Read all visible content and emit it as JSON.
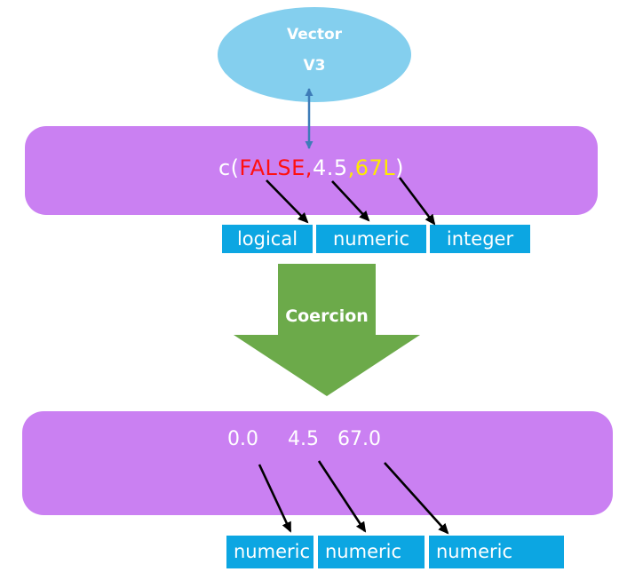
{
  "diagram": {
    "ellipse": {
      "label": "Vector",
      "version": "V3"
    },
    "code": {
      "open": "c(",
      "logical_literal": "FALSE,",
      "numeric_literal": "4.5",
      "integer_literal": ",67L",
      "close": ")"
    },
    "top_types": [
      "logical",
      "numeric",
      "integer"
    ],
    "coercion_label": "Coercion",
    "coerced_values": [
      "0.0",
      "4.5",
      "67.0"
    ],
    "bottom_types": [
      "numeric",
      "numeric",
      "numeric"
    ],
    "colors": {
      "ellipse_fill": "#84CFEE",
      "vector_box_fill": "#CA80F2",
      "type_box_fill": "#0CA6E2",
      "coercion_arrow_fill": "#6CAA4A",
      "connector_arrow_blue": "#3E7CB8",
      "pointer_arrow_black": "#000000",
      "logical_text": "#FF1010",
      "integer_text": "#FFEB00",
      "default_text": "#FFFFFF"
    }
  }
}
